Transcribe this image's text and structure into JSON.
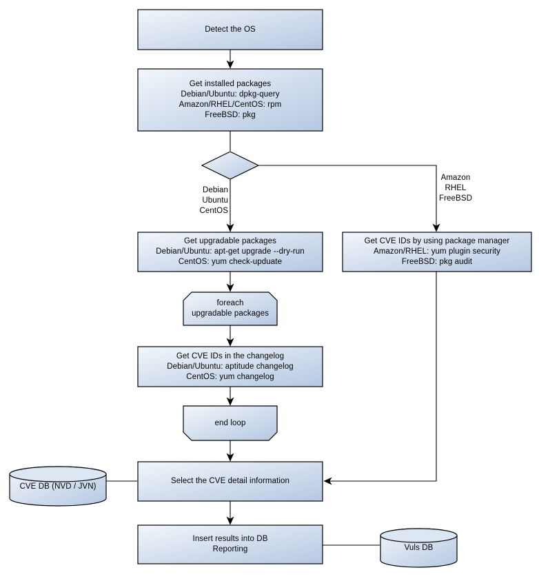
{
  "background": "#ffffff",
  "colors": {
    "node_border": "#000000",
    "node_fill_top": "#f2f6fb",
    "node_fill_bottom": "#b5c8e2",
    "cylinder_top_fill": "#dde7f3",
    "text": "#000000"
  },
  "nodes": {
    "detect_os": {
      "type": "process",
      "lines": [
        "Detect the OS"
      ]
    },
    "get_installed_packages": {
      "type": "process",
      "lines": [
        "Get installed packages",
        "Debian/Ubuntu: dpkg-query",
        "Amazon/RHEL/CentOS: rpm",
        "FreeBSD: pkg"
      ]
    },
    "os_decision": {
      "type": "decision",
      "lines": []
    },
    "get_upgradable_packages": {
      "type": "process",
      "lines": [
        "Get upgradable packages",
        "Debian/Ubuntu: apt-get upgrade --dry-run",
        "CentOS: yum check-upduate"
      ]
    },
    "get_cve_ids_package_manager": {
      "type": "process",
      "lines": [
        "Get CVE IDs by using package manager",
        "Amazon/RHEL: yum plugin security",
        "FreeBSD: pkg audit"
      ]
    },
    "foreach_loop_start": {
      "type": "loop-start",
      "lines": [
        "foreach",
        "upgradable packages"
      ]
    },
    "get_cve_ids_changelog": {
      "type": "process",
      "lines": [
        "Get CVE IDs in the changelog",
        "Debian/Ubuntu: aptitude changelog",
        "CentOS: yum changelog"
      ]
    },
    "end_loop": {
      "type": "loop-end",
      "lines": [
        "end loop"
      ]
    },
    "select_cve_detail": {
      "type": "process",
      "lines": [
        "Select the CVE detail information"
      ]
    },
    "insert_results": {
      "type": "process",
      "lines": [
        "Insert results into DB",
        "Reporting"
      ]
    },
    "cve_db": {
      "type": "database",
      "lines": [
        "CVE DB (NVD / JVN)"
      ]
    },
    "vuls_db": {
      "type": "database",
      "lines": [
        "Vuls DB"
      ]
    }
  },
  "edge_labels": {
    "left_branch": {
      "lines": [
        "Debian",
        "Ubuntu",
        "CentOS"
      ]
    },
    "right_branch": {
      "lines": [
        "Amazon",
        "RHEL",
        "FreeBSD"
      ]
    }
  }
}
